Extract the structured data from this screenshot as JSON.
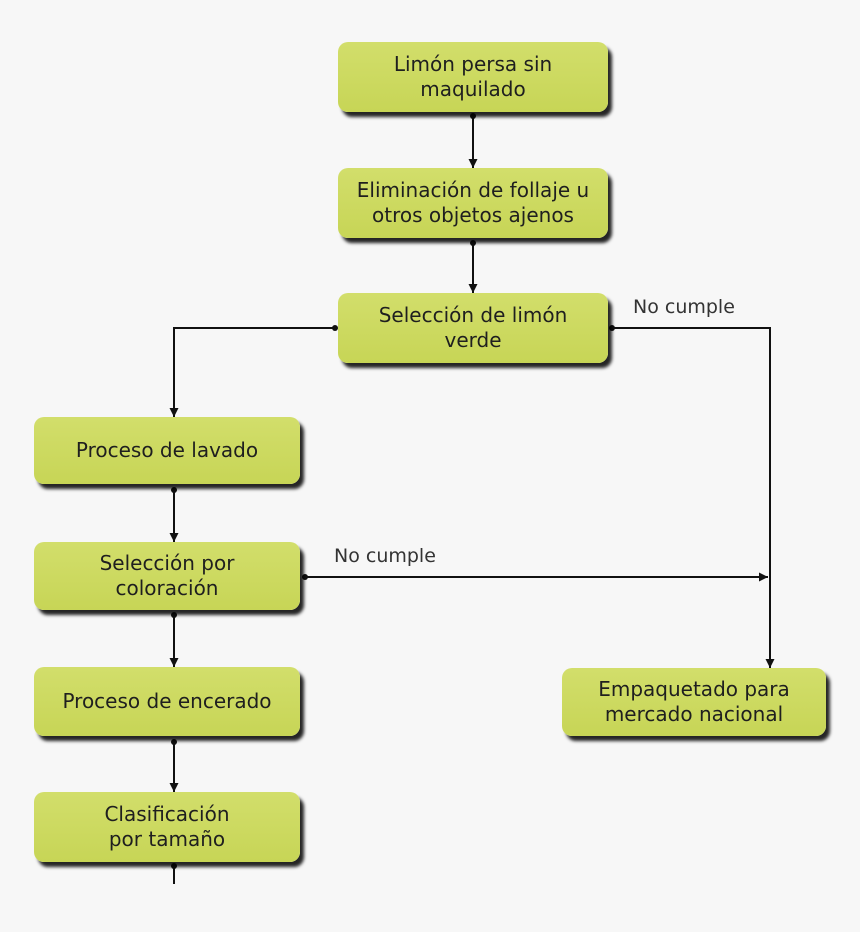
{
  "nodes": {
    "start": "Limón persa sin\nmaquilado",
    "foliage": "Eliminación de follaje u\notros objetos ajenos",
    "green_selection": "Selección de limón\nverde",
    "washing": "Proceso de lavado",
    "color_selection": "Selección por\ncoloración",
    "waxing": "Proceso de encerado",
    "size_sorting": "Clasificación\npor tamaño",
    "national_packaging": "Empaquetado para\nmercado nacional"
  },
  "edge_labels": {
    "green_fail": "No cumple",
    "color_fail": "No cumple"
  },
  "colors": {
    "node_fill": "#cdd95f",
    "connector": "#111111",
    "background": "#f7f7f7"
  }
}
